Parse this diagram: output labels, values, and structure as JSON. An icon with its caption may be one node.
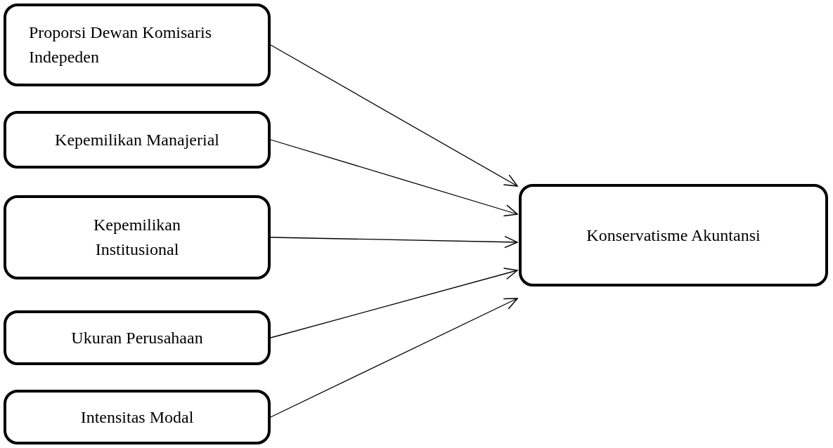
{
  "diagram": {
    "nodes": [
      {
        "text": [
          "Proporsi Dewan Komisaris Indepeden"
        ]
      },
      {
        "text": [
          "Kepemilikan Manajerial"
        ]
      },
      {
        "text": [
          "Kepemilikan Institusional"
        ]
      },
      {
        "text": [
          "Ukuran Perusahaan"
        ]
      },
      {
        "text": [
          "Intensitas Modal"
        ]
      },
      {
        "text": [
          "Konservatisme Akuntansi"
        ]
      }
    ],
    "edges": [
      {
        "from": 0,
        "to": 5,
        "arrow": "to"
      },
      {
        "from": 1,
        "to": 5,
        "arrow": "to"
      },
      {
        "from": 2,
        "to": 5,
        "arrow": "to"
      },
      {
        "from": 3,
        "to": 5,
        "arrow": "to"
      },
      {
        "from": 4,
        "to": 5,
        "arrow": "to"
      }
    ]
  }
}
